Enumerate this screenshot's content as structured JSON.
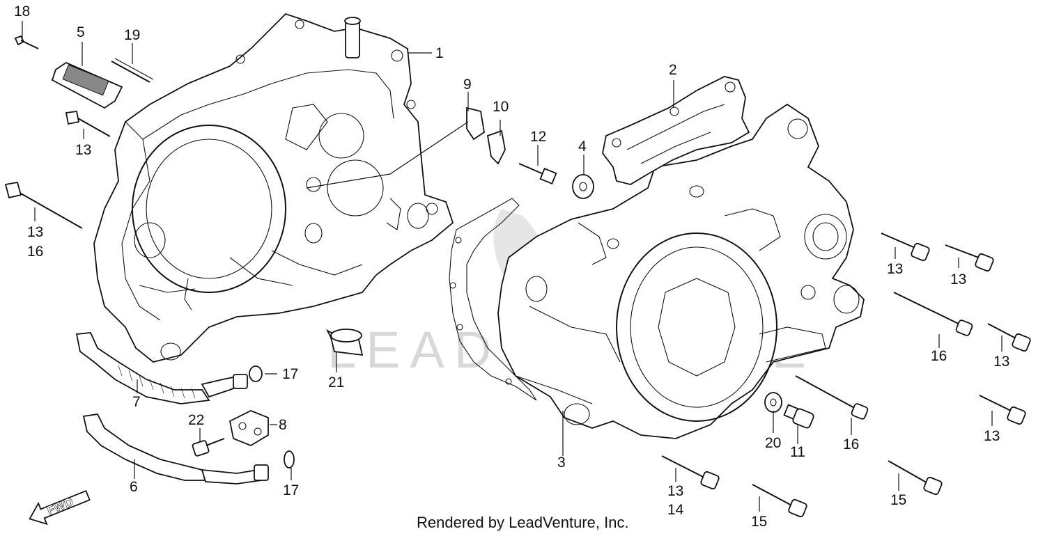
{
  "diagram": {
    "callouts": [
      {
        "id": "c1",
        "text": "1"
      },
      {
        "id": "c2",
        "text": "2"
      },
      {
        "id": "c3",
        "text": "3"
      },
      {
        "id": "c4",
        "text": "4"
      },
      {
        "id": "c5",
        "text": "5"
      },
      {
        "id": "c6",
        "text": "6"
      },
      {
        "id": "c7",
        "text": "7"
      },
      {
        "id": "c8",
        "text": "8"
      },
      {
        "id": "c9",
        "text": "9"
      },
      {
        "id": "c10",
        "text": "10"
      },
      {
        "id": "c11",
        "text": "11"
      },
      {
        "id": "c12",
        "text": "12"
      },
      {
        "id": "c13a",
        "text": "13"
      },
      {
        "id": "c13b",
        "text": "13"
      },
      {
        "id": "c13c",
        "text": "13"
      },
      {
        "id": "c13d",
        "text": "13"
      },
      {
        "id": "c13e",
        "text": "13"
      },
      {
        "id": "c13f",
        "text": "13"
      },
      {
        "id": "c13g",
        "text": "13"
      },
      {
        "id": "c14",
        "text": "14"
      },
      {
        "id": "c15a",
        "text": "15"
      },
      {
        "id": "c15b",
        "text": "15"
      },
      {
        "id": "c16a",
        "text": "16"
      },
      {
        "id": "c16b",
        "text": "16"
      },
      {
        "id": "c16c",
        "text": "16"
      },
      {
        "id": "c17a",
        "text": "17"
      },
      {
        "id": "c17b",
        "text": "17"
      },
      {
        "id": "c18",
        "text": "18"
      },
      {
        "id": "c19",
        "text": "19"
      },
      {
        "id": "c20",
        "text": "20"
      },
      {
        "id": "c21",
        "text": "21"
      },
      {
        "id": "c22",
        "text": "22"
      }
    ],
    "direction_label": "FWD",
    "watermark": "LEADVENTURE",
    "footer": "Rendered by LeadVenture, Inc."
  }
}
